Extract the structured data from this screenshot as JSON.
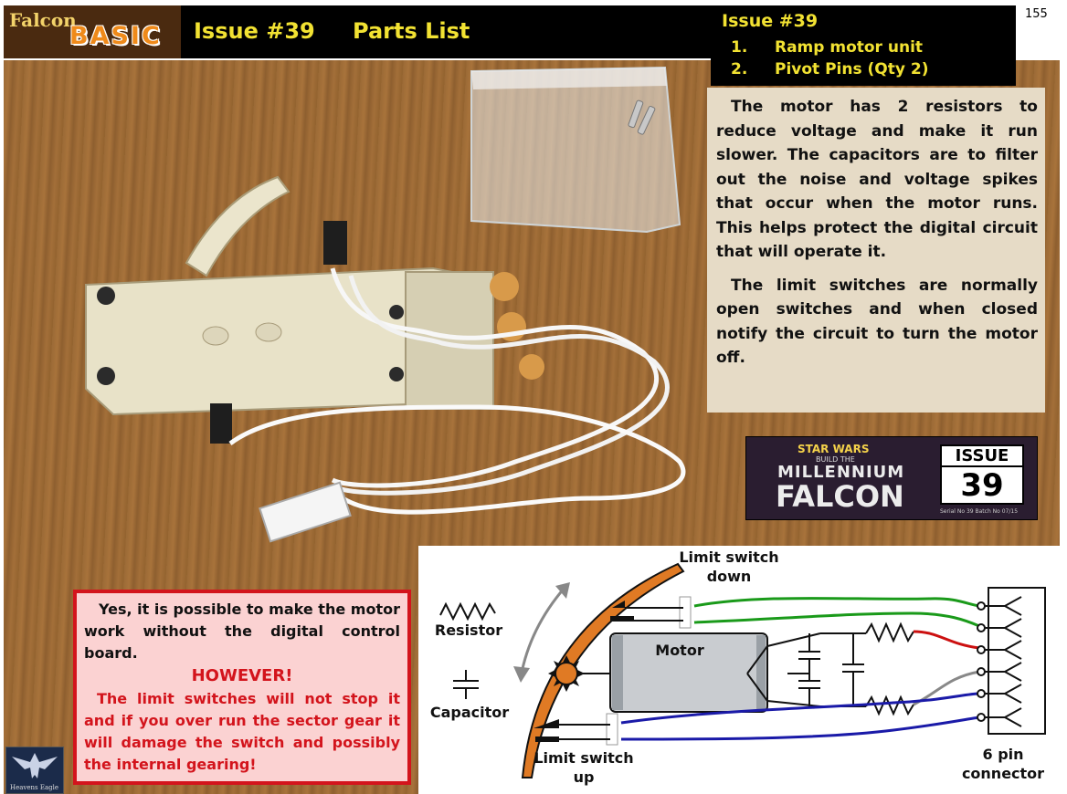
{
  "header": {
    "logo_falcon": "Falcon",
    "logo_basic": "BASIC",
    "title": "Issue #39",
    "subtitle": "Parts List"
  },
  "issue_box": {
    "heading": "Issue #39",
    "items": [
      {
        "num": "1.",
        "label": "Ramp motor unit"
      },
      {
        "num": "2.",
        "label": "Pivot Pins (Qty 2)"
      }
    ]
  },
  "page_number": "155",
  "info": {
    "p1": "The motor has 2 resistors to reduce voltage and make it run slower.  The capacitors are to filter out the noise and voltage spikes that occur when the motor runs.  This helps protect the digital circuit that will operate it.",
    "p2": "The limit switches are normally open switches and when closed notify the circuit to turn the motor off."
  },
  "magazine": {
    "star_wars": "STAR WARS",
    "build_the": "BUILD THE",
    "millennium": "MILLENNIUM",
    "falcon": "FALCON",
    "issue_label": "ISSUE",
    "issue_number": "39",
    "serial": "Serial No 39 Batch No 07/15"
  },
  "note": {
    "line1": "Yes, it is possible to make the motor work without the digital control board.",
    "however": "HOWEVER!",
    "line3": "The limit switches will not stop it and if you over run the sector gear it will damage the switch and possibly the internal gearing!"
  },
  "eagle": {
    "label": "Heavens Eagle"
  },
  "diagram": {
    "limit_down_line1": "Limit switch",
    "limit_down_line2": "down",
    "resistor": "Resistor",
    "capacitor": "Capacitor",
    "motor": "Motor",
    "limit_up_line1": "Limit switch",
    "limit_up_line2": "up",
    "connector_line1": "6 pin",
    "connector_line2": "connector"
  },
  "colors": {
    "header_text": "#f2e232",
    "note_border": "#d3141c",
    "wire_green": "#1a9a1a",
    "wire_blue": "#1a1aa8",
    "wire_red": "#cc1010",
    "wire_gray": "#888888",
    "sector_orange": "#e07a24"
  }
}
